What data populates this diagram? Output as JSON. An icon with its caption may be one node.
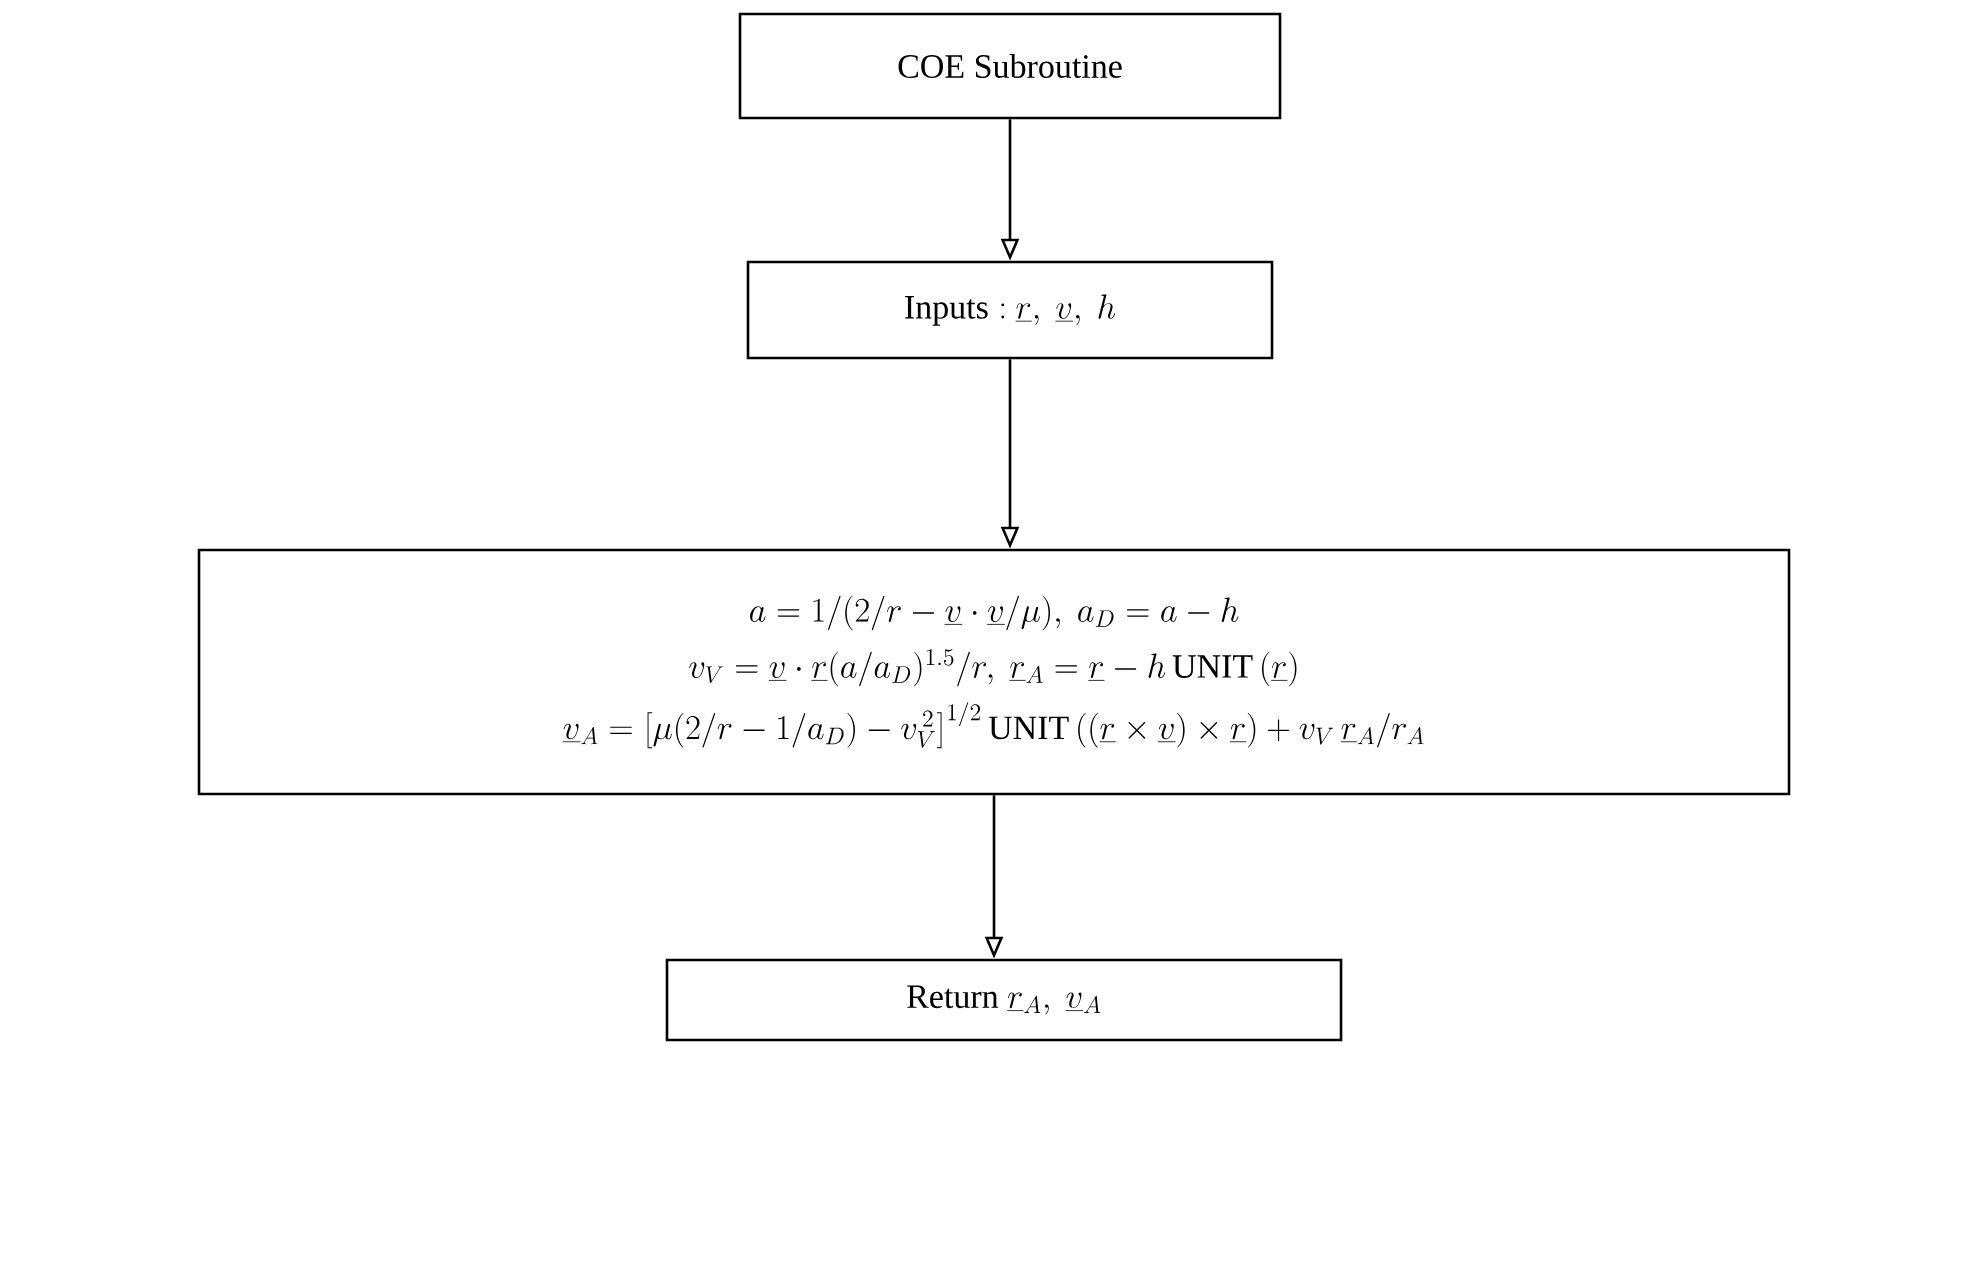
{
  "diagram": {
    "nodes": [
      {
        "text": [
          "COE Subroutine"
        ]
      },
      {
        "text": [
          "\\mathrm{Inputs:}\\ \\underline{r},\\ \\underline{v},\\ h"
        ]
      },
      {
        "text": [
          "a = 1/(2/r - \\underline{v}\\cdot\\underline{v}/\\mu),\\ a_D = a - h",
          "v_V = \\underline{v}\\cdot\\underline{r}(a/a_D)^{1.5}/r,\\ \\underline{r}_A = \\underline{r} - h\\,\\mathrm{UNIT}\\,(\\underline{r})",
          "\\underline{v}_A = \\left[\\mu(2/r - 1/a_D) - v_V^{\\,2}\\right]^{1/2}\\mathrm{UNIT}\\,((\\underline{r}\\times\\underline{v})\\times\\underline{r}) + v_V\\,\\underline{r}_A/r_A"
        ]
      },
      {
        "text": [
          "\\mathrm{Return}\\ \\underline{r}_A,\\ \\underline{v}_A"
        ]
      }
    ],
    "edges": [
      {
        "from": 0,
        "to": 1,
        "arrow": "to"
      },
      {
        "from": 1,
        "to": 2,
        "arrow": "to"
      },
      {
        "from": 2,
        "to": 3,
        "arrow": "to"
      }
    ]
  }
}
